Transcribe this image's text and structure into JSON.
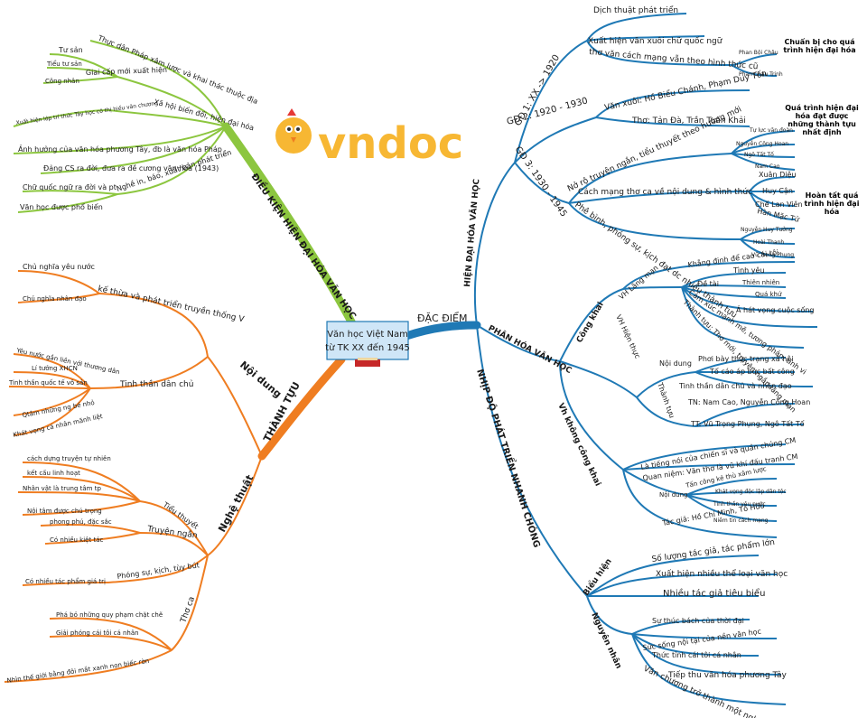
{
  "center": {
    "line1": "Văn học Việt Nam",
    "line2": "từ TK XX đến 1945"
  },
  "logo": {
    "text": "vndoc"
  },
  "colors": {
    "green": "#8cc63f",
    "orange": "#ef7d21",
    "blue": "#1f79b5",
    "center_fill": "#cfe6f7"
  },
  "green": {
    "main": "ĐIỀU KIỆN HIỆN ĐẠI HÓA VĂN HỌC",
    "b1": "Thực dân Pháp xâm lược và khai thác thuộc địa",
    "b2": "Xã hội biến đổi, hiện đại hóa",
    "b2a": "Giai cấp mới xuất hiện",
    "tusan": "Tư sản",
    "tieutusan": "Tiểu tư sản",
    "congnhan": "Công nhân",
    "b2b": "Xuất hiện lớp trí thức Tây học có thị hiếu văn chương",
    "b3": "Ảnh hưởng của văn hóa phương Tây, đb là văn hóa Pháp",
    "b4": "Đảng CS ra đời, đưa ra đề cương văn hóa (1943)",
    "b5": "Nghề in, báo, xuất bản phát triển",
    "b5a": "Chữ quốc ngữ ra đời và pt",
    "b5b": "Văn học được phổ biến"
  },
  "orange": {
    "main": "THÀNH TỰU",
    "noidung": "Nội dung",
    "ketthua": "kế thừa và phát triển truyền thống V",
    "chunghia_yeunuoc": "Chủ nghĩa yêu nước",
    "chunghia_nhandao": "Chủ nghĩa nhân đạo",
    "tinhthan": "Tinh thần dân chủ",
    "yeunuoc": "Yêu nước gắn liền với thương dân",
    "lituong": "Lí tưởng XHCN",
    "quocte": "Tinh thần quốc tế vô sản",
    "qtam": "Qtâm những ng bé nhỏ",
    "khatvong": "Khát vọng cá nhân mãnh liệt",
    "nghethuat": "Nghệ thuật",
    "tieuthuyet": "Tiểu thuyết",
    "tt1": "cách dựng truyện tự nhiên",
    "tt2": "kết cấu linh hoạt",
    "tt3": "Nhân vật là trung tâm tp",
    "tt4": "Nội tâm được chú trọng",
    "truyenngan": "Truyện ngắn",
    "tn1": "phong phú, đặc sắc",
    "tn2": "Có nhiều kiệt tác",
    "phongsu": "Phóng sự, kịch, tùy bút",
    "ps1": "Có nhiều tác phẩm giá trị",
    "thoca": "Thơ ca",
    "tc1": "Phá bỏ những quy phạm chặt chẽ",
    "tc2": "Giải phóng cái tôi cá nhân",
    "tc3": "Nhìn thế giới bằng đôi mắt xanh non biếc rờn"
  },
  "blue": {
    "dacdiem": "ĐẶC ĐIỂM",
    "hiendaihoa": "HIỆN ĐẠI HÓA VĂN HỌC",
    "gd1": "GĐ 1: XX -> 1920",
    "gd1a": "Dịch thuật phát triển",
    "gd1b": "Xuất hiện văn xuôi chữ quốc ngữ",
    "gd1c": "thơ văn cách mạng vẫn theo hình thức cũ",
    "pbc": "Phan Bội Châu",
    "pct": "Phan Châu Trinh",
    "gd2": "GĐ 2: 1920 - 1930",
    "gd2a": "Văn xuôi: Hồ Biểu Chánh, Phạm Duy Tốn",
    "gd2b": "Thơ: Tản Đà, Trần Tuấn Khải",
    "gd3": "GĐ 3: 1930 - 1945",
    "gd3a": "Nở rộ truyện ngắn, tiểu thuyết theo hướng mới",
    "tlvd": "Tự lực văn đoàn",
    "ncg": "Nguyễn Công Hoan",
    "ntt": "Ngô Tất Tố",
    "nc": "Nam Cao",
    "gd3b": "Cách mạng thơ ca về nội dung & hình thức",
    "xd": "Xuân Diệu",
    "hc": "Huy Cận",
    "clv": "Chế Lan Viên",
    "hmt": "Hàn Mặc Tử",
    "gd3c": "Phê bình, phóng sự, kịch đạt dc nhiều thành tựu",
    "nht": "Nguyễn Huy Tưởng",
    "ht": "Hoài Thanh",
    "vtp": "Vũ Trọng Phụng",
    "note1": "Chuẩn bị cho quá trình hiện đại hóa",
    "note2": "Quá trình hiện đại hóa đạt được những thành tựu nhất định",
    "note3": "Hoàn tất quá trình hiện đại hóa",
    "phanhoa": "PHÂN HÓA VĂN HỌC",
    "congkhai": "Công khai",
    "lanman": "VH Lãng mạn",
    "lm1": "Khẳng định để cao cái tôi",
    "detai": "Đề tài",
    "tinhyeu": "Tình yêu",
    "thiennhien": "Thiên nhiên",
    "quakhu": "Quá khứ",
    "atvt": "Ả hát vọng cuộc sống",
    "lm2": "Cảm xúc mạnh mẽ, tương phản, tinh vi",
    "lm3": "Thành tựu: Thơ mới, truyện ngắn lãng mạn",
    "hienthuc": "VH Hiện thực",
    "ht_nd": "Nội dung",
    "ht1": "Phơi bày thực trạng xã hội",
    "ht2": "Tố cáo áp bức bất công",
    "ht3": "Tinh thần dân chủ và nhân đạo",
    "ht_tt": "Thành tựu",
    "ht4": "TN: Nam Cao, Nguyễn Công Hoan",
    "ht5": "TT: Vũ Trọng Phụng, Ngô Tất Tố",
    "khongck": "Vh không công khai",
    "kck1": "Là tiếng nói của chiến sĩ và quần chúng CM",
    "kck2": "Quan niệm: Văn thơ là vũ khí đấu tranh CM",
    "kck_nd": "Nội dung",
    "kck3": "Tấn công kẻ thù xâm lược",
    "kck4": "Khát vọng độc lập dân tộc",
    "kck5": "Tinh thần yêu nước",
    "kck6": "Niềm tin cách mạng",
    "kck7": "Tác giả: Hồ Chí Minh, Tố Hữu",
    "nhipdo": "NHỊP ĐỘ PHÁT TRIỂN NHANH CHÓNG",
    "bieuhien": "Biểu hiện",
    "bh1": "Số lượng tác giả, tác phẩm lớn",
    "bh2": "Xuất hiện nhiều thể loại văn học",
    "bh3": "Nhiều tác giả tiêu biểu",
    "nguyennhan": "Nguyên nhân",
    "nn1": "Sự thúc bách của thời đại",
    "nn2": "Sức sống nội tại của nền văn học",
    "nn3": "Thức tỉnh cái tôi cá nhân",
    "nn4": "Tiếp thu văn hóa phương Tây",
    "nn5": "Văn chương trở thành một nghề kiếm sống"
  }
}
